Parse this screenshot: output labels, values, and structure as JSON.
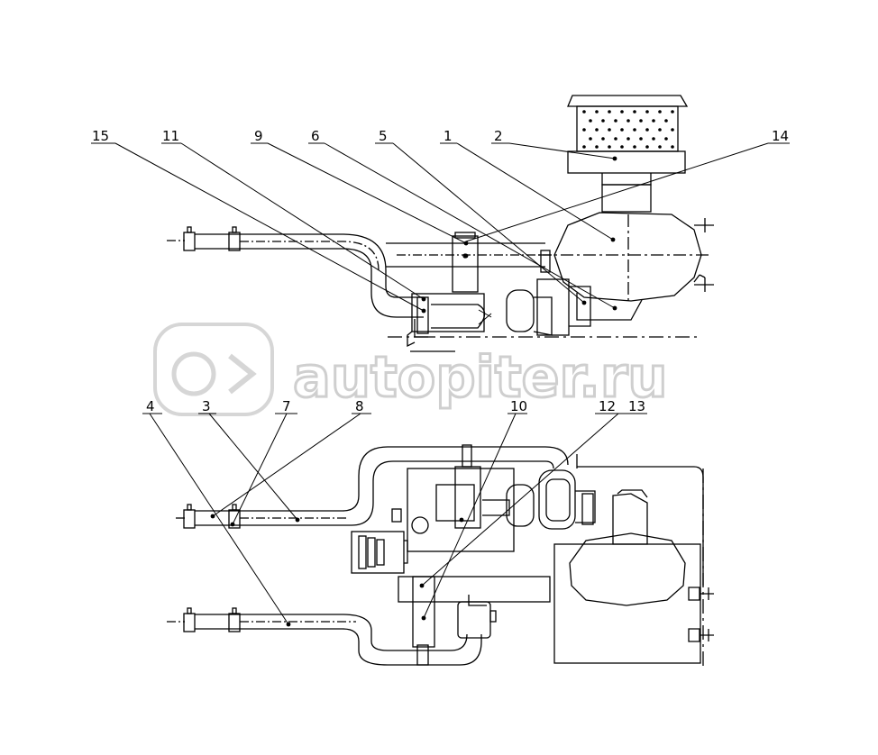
{
  "diagram": {
    "callouts": {
      "c15": "15",
      "c11": "11",
      "c9": "9",
      "c6": "6",
      "c5": "5",
      "c1": "1",
      "c2": "2",
      "c14": "14",
      "c4": "4",
      "c3": "3",
      "c7": "7",
      "c8": "8",
      "c10": "10",
      "c12": "12",
      "c13": "13"
    },
    "colors": {
      "line": "#000000",
      "watermark_stroke": "#cfcfcf",
      "background": "#ffffff"
    }
  },
  "watermark": {
    "text": "autopiter.ru",
    "icon": "autopiter-logo-icon"
  }
}
